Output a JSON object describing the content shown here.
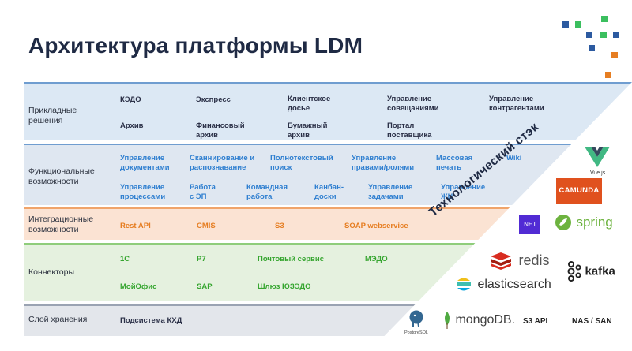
{
  "title": "Архитектура платформы LDM",
  "colors": {
    "dark": "#2b3047",
    "blue": "#2f7fd0",
    "orange": "#e67e22",
    "green": "#35a52f"
  },
  "rows": {
    "applied": {
      "label": "Прикладные решения",
      "items": [
        "КЭДО",
        "Экспресс",
        "Клиентское досье",
        "Управление совещаниями",
        "Управление контрагентами",
        "Архив",
        "Финансовый архив",
        "Бумажный архив",
        "Портал поставщика"
      ]
    },
    "functional": {
      "label": "Функциональные возможности",
      "items": [
        "Управление документами",
        "Сканнирование и распознавание",
        "Полнотекстовый поиск",
        "Управление правами/ролями",
        "Массовая печать",
        "Wiki",
        "Управление процессами",
        "Работа с ЭП",
        "Командная работа",
        "Канбан-доски",
        "Управление задачами",
        "Управление ЖЦ"
      ]
    },
    "integration": {
      "label": "Интеграционные возможности",
      "items": [
        "Rest API",
        "CMIS",
        "S3",
        "SOAP webservice"
      ]
    },
    "connectors": {
      "label": "Коннекторы",
      "items": [
        "1С",
        "Р7",
        "Почтовый сервис",
        "МЭДО",
        "МойОфис",
        "SAP",
        "Шлюз ЮЗЭДО"
      ]
    },
    "storage": {
      "label": "Слой хранения",
      "items": [
        "Подсистема КХД"
      ]
    }
  },
  "stack": {
    "label": "Технологический стэк",
    "vue": "Vue.js",
    "camunda": "CAMUNDA",
    "dotnet": ".NET",
    "spring": "spring",
    "redis": "redis",
    "kafka": "kafka",
    "elasticsearch": "elasticsearch",
    "postgres": "PostgreSQL",
    "mongodb": "mongoDB.",
    "s3api": "S3 API",
    "nas": "NAS / SAN"
  }
}
